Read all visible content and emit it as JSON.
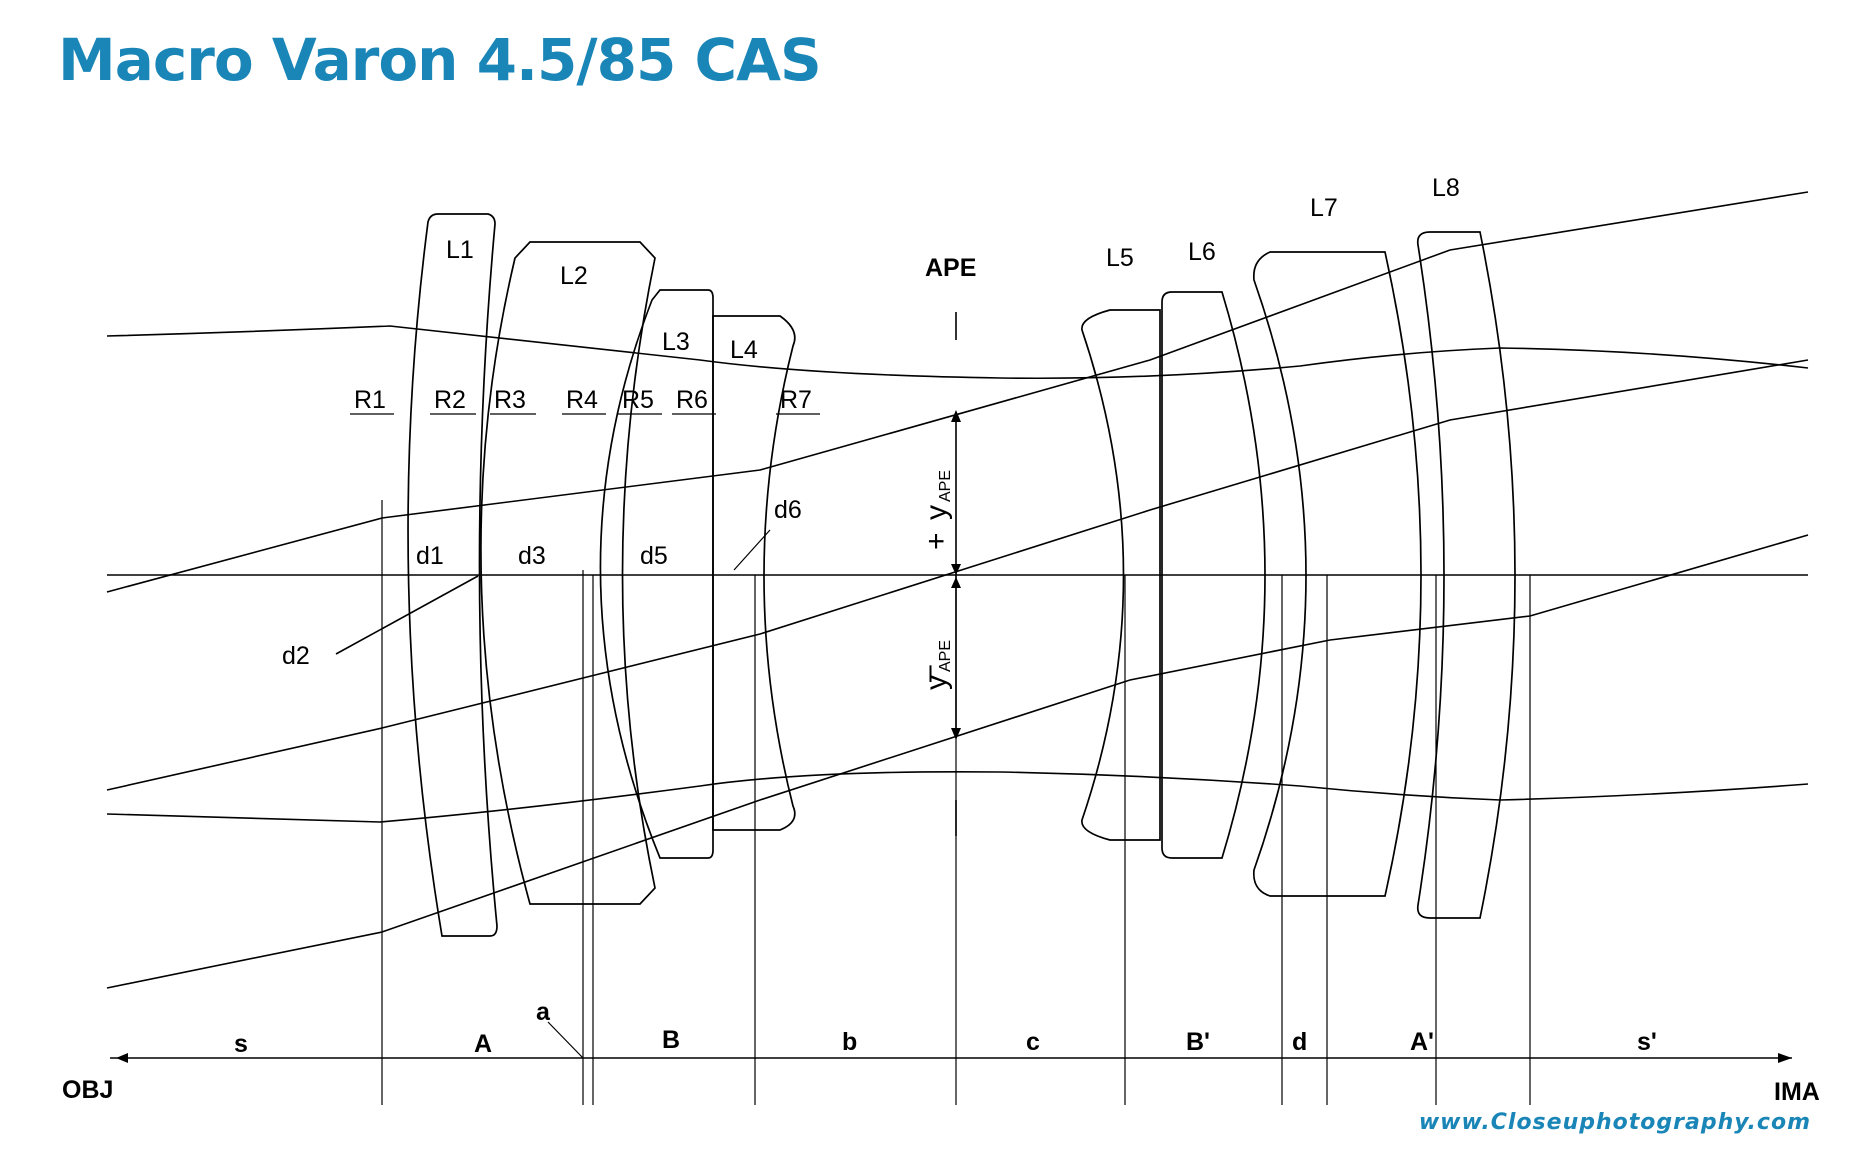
{
  "title": "Macro Varon 4.5/85 CAS",
  "website": "www.Closeuphotography.com",
  "colors": {
    "brand": "#1a86b7",
    "line": "#000000"
  },
  "diagram": {
    "lenses": [
      "L1",
      "L2",
      "L3",
      "L4",
      "L5",
      "L6",
      "L7",
      "L8"
    ],
    "radii": [
      "R1",
      "R2",
      "R3",
      "R4",
      "R5",
      "R6",
      "R7"
    ],
    "thickness": [
      "d1",
      "d2",
      "d3",
      "d5",
      "d6"
    ],
    "aperture": "APE",
    "y_plus": {
      "sign": "+",
      "symbol": "y",
      "sub": "APE"
    },
    "y_minus": {
      "sign": "–",
      "symbol": "y",
      "sub": "APE"
    },
    "spacings": [
      "s",
      "A",
      "a",
      "B",
      "b",
      "c",
      "B'",
      "d",
      "A'",
      "s'"
    ],
    "object_label": "OBJ",
    "image_label": "IMA"
  }
}
